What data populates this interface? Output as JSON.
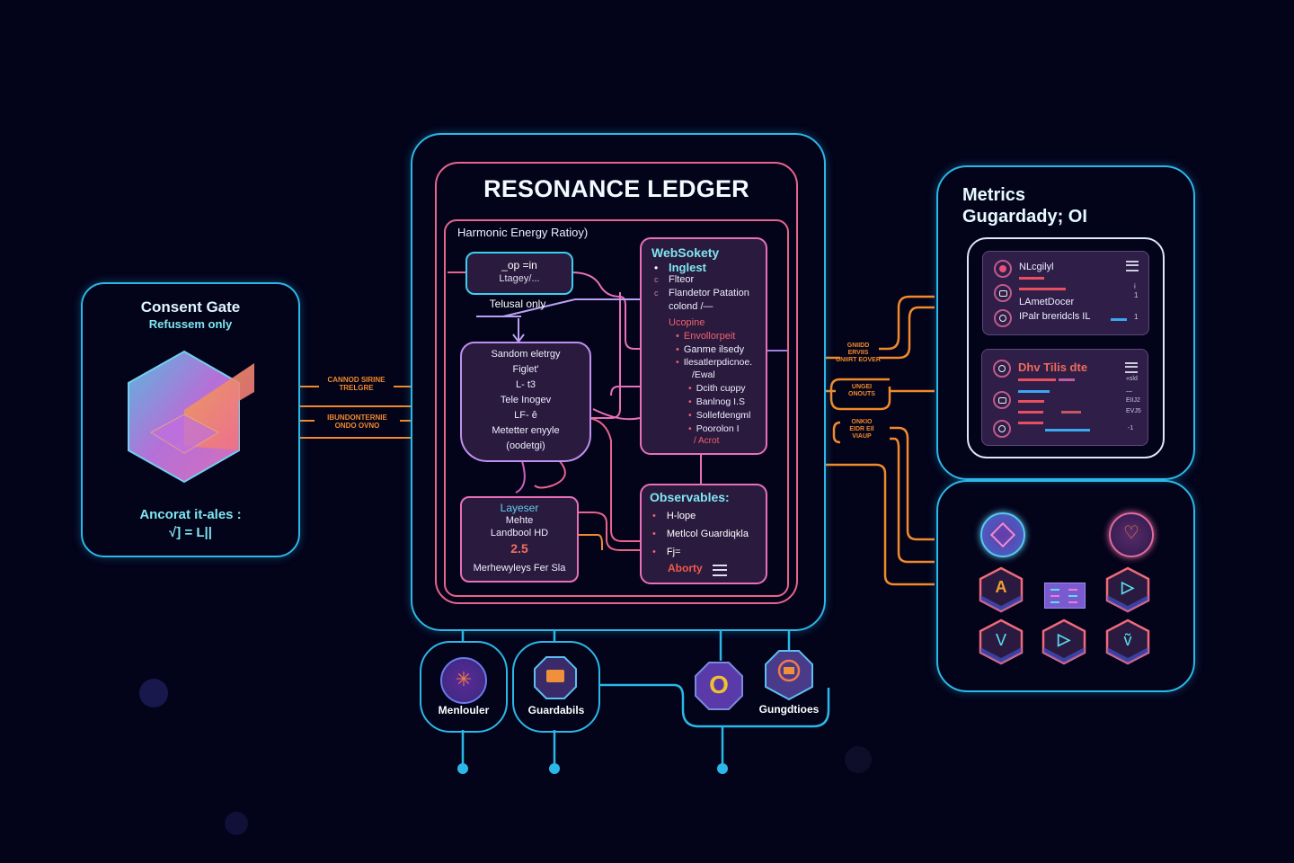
{
  "colors": {
    "background": "#03031a",
    "cyan": "#2bb8e8",
    "pink": "#e8648c",
    "orange": "#f08a2c",
    "violet": "#b07ae8",
    "box_fill": "#2a1a3e",
    "text_cyan": "#7fe6f0",
    "text_red": "#f05a4a"
  },
  "consent_gate": {
    "title": "Consent Gate",
    "subtitle": "Refussem only",
    "icon": "hexagon-cube-icon",
    "footer_line1": "Ancorat it-ales :",
    "footer_line2": "√] = L||"
  },
  "left_connectors": {
    "label1_line1": "CANNOD SIRINE",
    "label1_line2": "TRELGRE",
    "label2_line1": "IBUNDONTERNIE",
    "label2_line2": "ONDO OVNO"
  },
  "ledger": {
    "title": "RESONANCE LEDGER",
    "section_title": "Harmonic Energy Ratioy)",
    "opt_in_box": {
      "line1": "_op =in",
      "line2": "Ltagey/..."
    },
    "opt_in_caption": "Telusal only",
    "energy_box": {
      "lines": [
        "Sandom eletrgy",
        "Figlet'",
        "L- t3",
        "Tele Inogev",
        "LF- ê",
        "Metetter enyyle",
        "(oodetgi)"
      ]
    },
    "layer_box": {
      "title": "Layeser",
      "lines": [
        "Mehte",
        "Landbool HD"
      ],
      "value": "2.5",
      "footer": "Merhewyleys Fer Sla"
    },
    "websocket_box": {
      "title": "WebSokety",
      "items": [
        {
          "marker": "•",
          "text": "Inglest",
          "style": "cyan"
        },
        {
          "marker": "c",
          "text": "Flteor",
          "style": "plain"
        },
        {
          "marker": "c",
          "text": "Flandetor Patation",
          "style": "plain"
        },
        {
          "marker": "",
          "text": "colond  /—",
          "style": "plain"
        }
      ],
      "sub_title": "Ucopine",
      "sub_items": [
        {
          "text": "Envollorpeit",
          "style": "red"
        },
        {
          "text": "Ganme ilsedy",
          "style": "plain"
        },
        {
          "text": "Ilesatlerpdicnoe.",
          "style": "plain"
        }
      ],
      "nested_title": "/Ewal",
      "nested_items": [
        "Dcith cuppy",
        "Banlnog I.S",
        "Sollefdengml",
        "Poorolon I"
      ],
      "nested_footer": "/ Acrot"
    },
    "observables_box": {
      "title": "Observables:",
      "items": [
        "H-lope",
        "Metlcol Guardiqkla",
        "Fj="
      ],
      "footer": "Aborty",
      "footer_icon": "menu-lines-icon"
    }
  },
  "right_connectors": {
    "label1": [
      "GNIIDD",
      "ERVIIS",
      "UNIIRT EOVER"
    ],
    "label2": [
      "UNGEI",
      "ONOUTS"
    ],
    "label3": [
      "ONKIO",
      "EIDR EIl",
      "VIAUP"
    ]
  },
  "metrics": {
    "title_line1": "Metrics",
    "title_line2": "Gugardady; OI",
    "card1": {
      "rows": [
        {
          "icon": "target-icon",
          "label": "NLcgilyl",
          "bar": 0.35
        },
        {
          "icon": "chat-icon",
          "label": "",
          "bar": 0.55
        },
        {
          "icon": "",
          "label": "LAmetDocer",
          "bar": 0
        },
        {
          "icon": "ring-icon",
          "label": "IPalr breridcls IL",
          "bar": 0.2
        }
      ],
      "menu_icon": "menu-lines-icon",
      "side_values": [
        "i",
        "1",
        "1"
      ]
    },
    "card2": {
      "title": "Dhv Tilis dte",
      "menu_icon": "menu-lines-icon",
      "rows": [
        {
          "bars": [
            0.6,
            0.25
          ],
          "value": "«sld"
        },
        {
          "bars": [
            0.45
          ],
          "value": "—"
        },
        {
          "bars": [
            0.4,
            0.05
          ],
          "value": "EIIJ2"
        },
        {
          "bars": [
            0.35,
            0.3
          ],
          "value": "EVJ5"
        },
        {
          "bars": [
            0.3,
            0.7
          ],
          "value": "-1"
        }
      ],
      "row_icons": [
        "target-icon",
        "chat-icon",
        "ring-icon"
      ]
    }
  },
  "icon_panel": {
    "top_icons": [
      "circuit-orb-icon",
      "heart-orb-icon"
    ],
    "hex_buttons": [
      {
        "glyph": "A",
        "name": "hex-a-button"
      },
      {
        "glyph": "▷",
        "name": "hex-play-button"
      },
      {
        "glyph": "V",
        "name": "hex-v-button"
      },
      {
        "glyph": "▷",
        "name": "hex-play-button-2"
      },
      {
        "glyph": "ṽ",
        "name": "hex-vt-button"
      }
    ],
    "center_card": "mini-dashboard-icon"
  },
  "bottom_modules": [
    {
      "label": "Menlouler",
      "icon": "spark-orb-icon"
    },
    {
      "label": "Guardabils",
      "icon": "shield-chest-icon"
    },
    {
      "label": "",
      "icon": "ring-o-icon",
      "glyph": "O"
    },
    {
      "label": "Gungdtioes",
      "icon": "badge-chest-icon"
    }
  ]
}
